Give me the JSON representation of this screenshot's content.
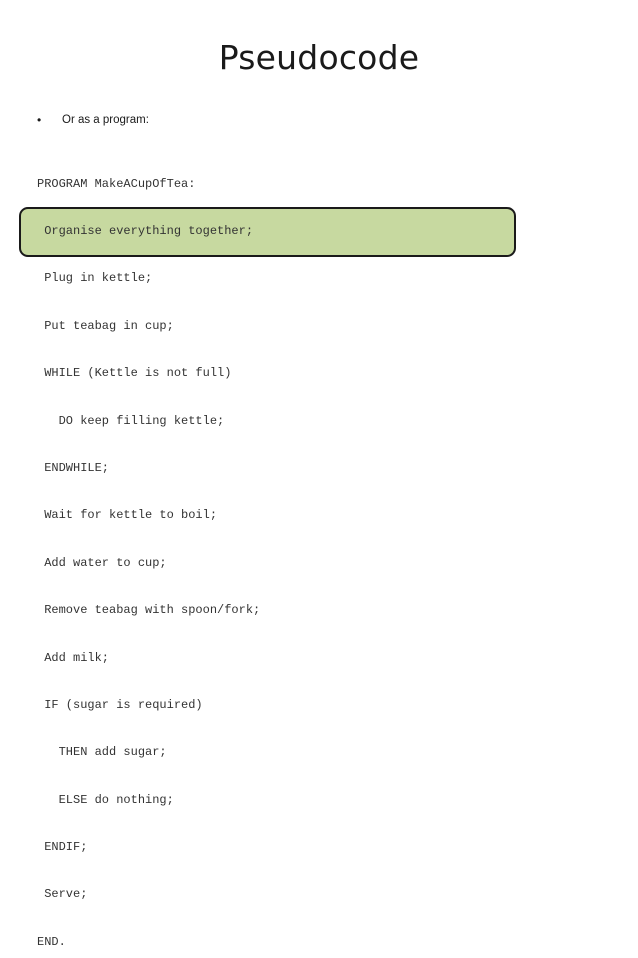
{
  "slide": {
    "title": "Pseudocode",
    "bullet": {
      "marker": "•",
      "text": "Or as a program:"
    },
    "code_lines": [
      "PROGRAM MakeACupOfTea:",
      " Organise everything together;",
      " Plug in kettle;",
      " Put teabag in cup;",
      " WHILE (Kettle is not full)",
      "   DO keep filling kettle;",
      " ENDWHILE;",
      " Wait for kettle to boil;",
      " Add water to cup;",
      " Remove teabag with spoon/fork;",
      " Add milk;",
      " IF (sugar is required)",
      "   THEN add sugar;",
      "   ELSE do nothing;",
      " ENDIF;",
      " Serve;",
      "END."
    ],
    "highlight_color": "#c7d9a0"
  }
}
